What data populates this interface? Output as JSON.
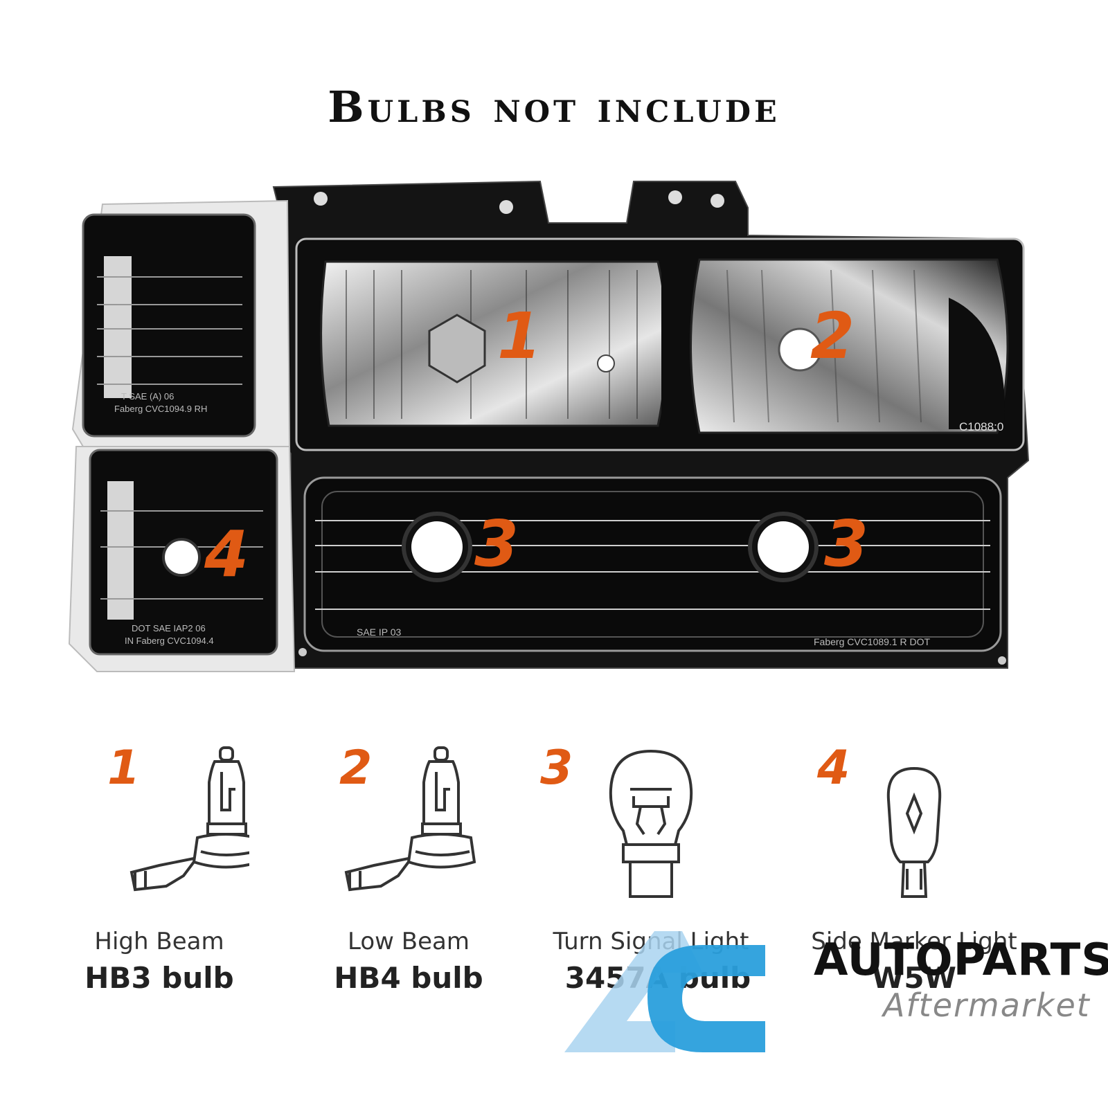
{
  "title": "Bulbs not include",
  "callouts": {
    "high_beam": "1",
    "low_beam": "2",
    "turn_signal_left": "3",
    "turn_signal_right": "3",
    "side_marker": "4"
  },
  "lens_markings": {
    "marker_upper_line1": "T SAE (A) 06",
    "marker_upper_line2": "Faberg CVC1094.9 RH",
    "headlight": "C1088:0",
    "marker_lower_line1": "DOT SAE IAP2 06",
    "marker_lower_line2": "IN Faberg CVC1094.4",
    "bumper_left": "SAE IP 03",
    "bumper_right": "Faberg CVC1089.1 R DOT"
  },
  "bulbs": [
    {
      "number": "1",
      "name": "High Beam",
      "type": "HB3 bulb",
      "icon": "hb3-bulb-icon"
    },
    {
      "number": "2",
      "name": "Low Beam",
      "type": "HB4 bulb",
      "icon": "hb4-bulb-icon"
    },
    {
      "number": "3",
      "name": "Turn Signal Light",
      "type": "3457A bulb",
      "icon": "3457a-bulb-icon"
    },
    {
      "number": "4",
      "name": "Side Marker Light",
      "type": "W5W",
      "icon": "w5w-bulb-icon"
    }
  ],
  "watermark": {
    "brand": "AUTOPARTS",
    "sub": "Aftermarket",
    "colors": {
      "light_blue": "#a9d3f0",
      "blue": "#2a9fdc"
    }
  },
  "colors": {
    "accent": "#e05a14"
  }
}
